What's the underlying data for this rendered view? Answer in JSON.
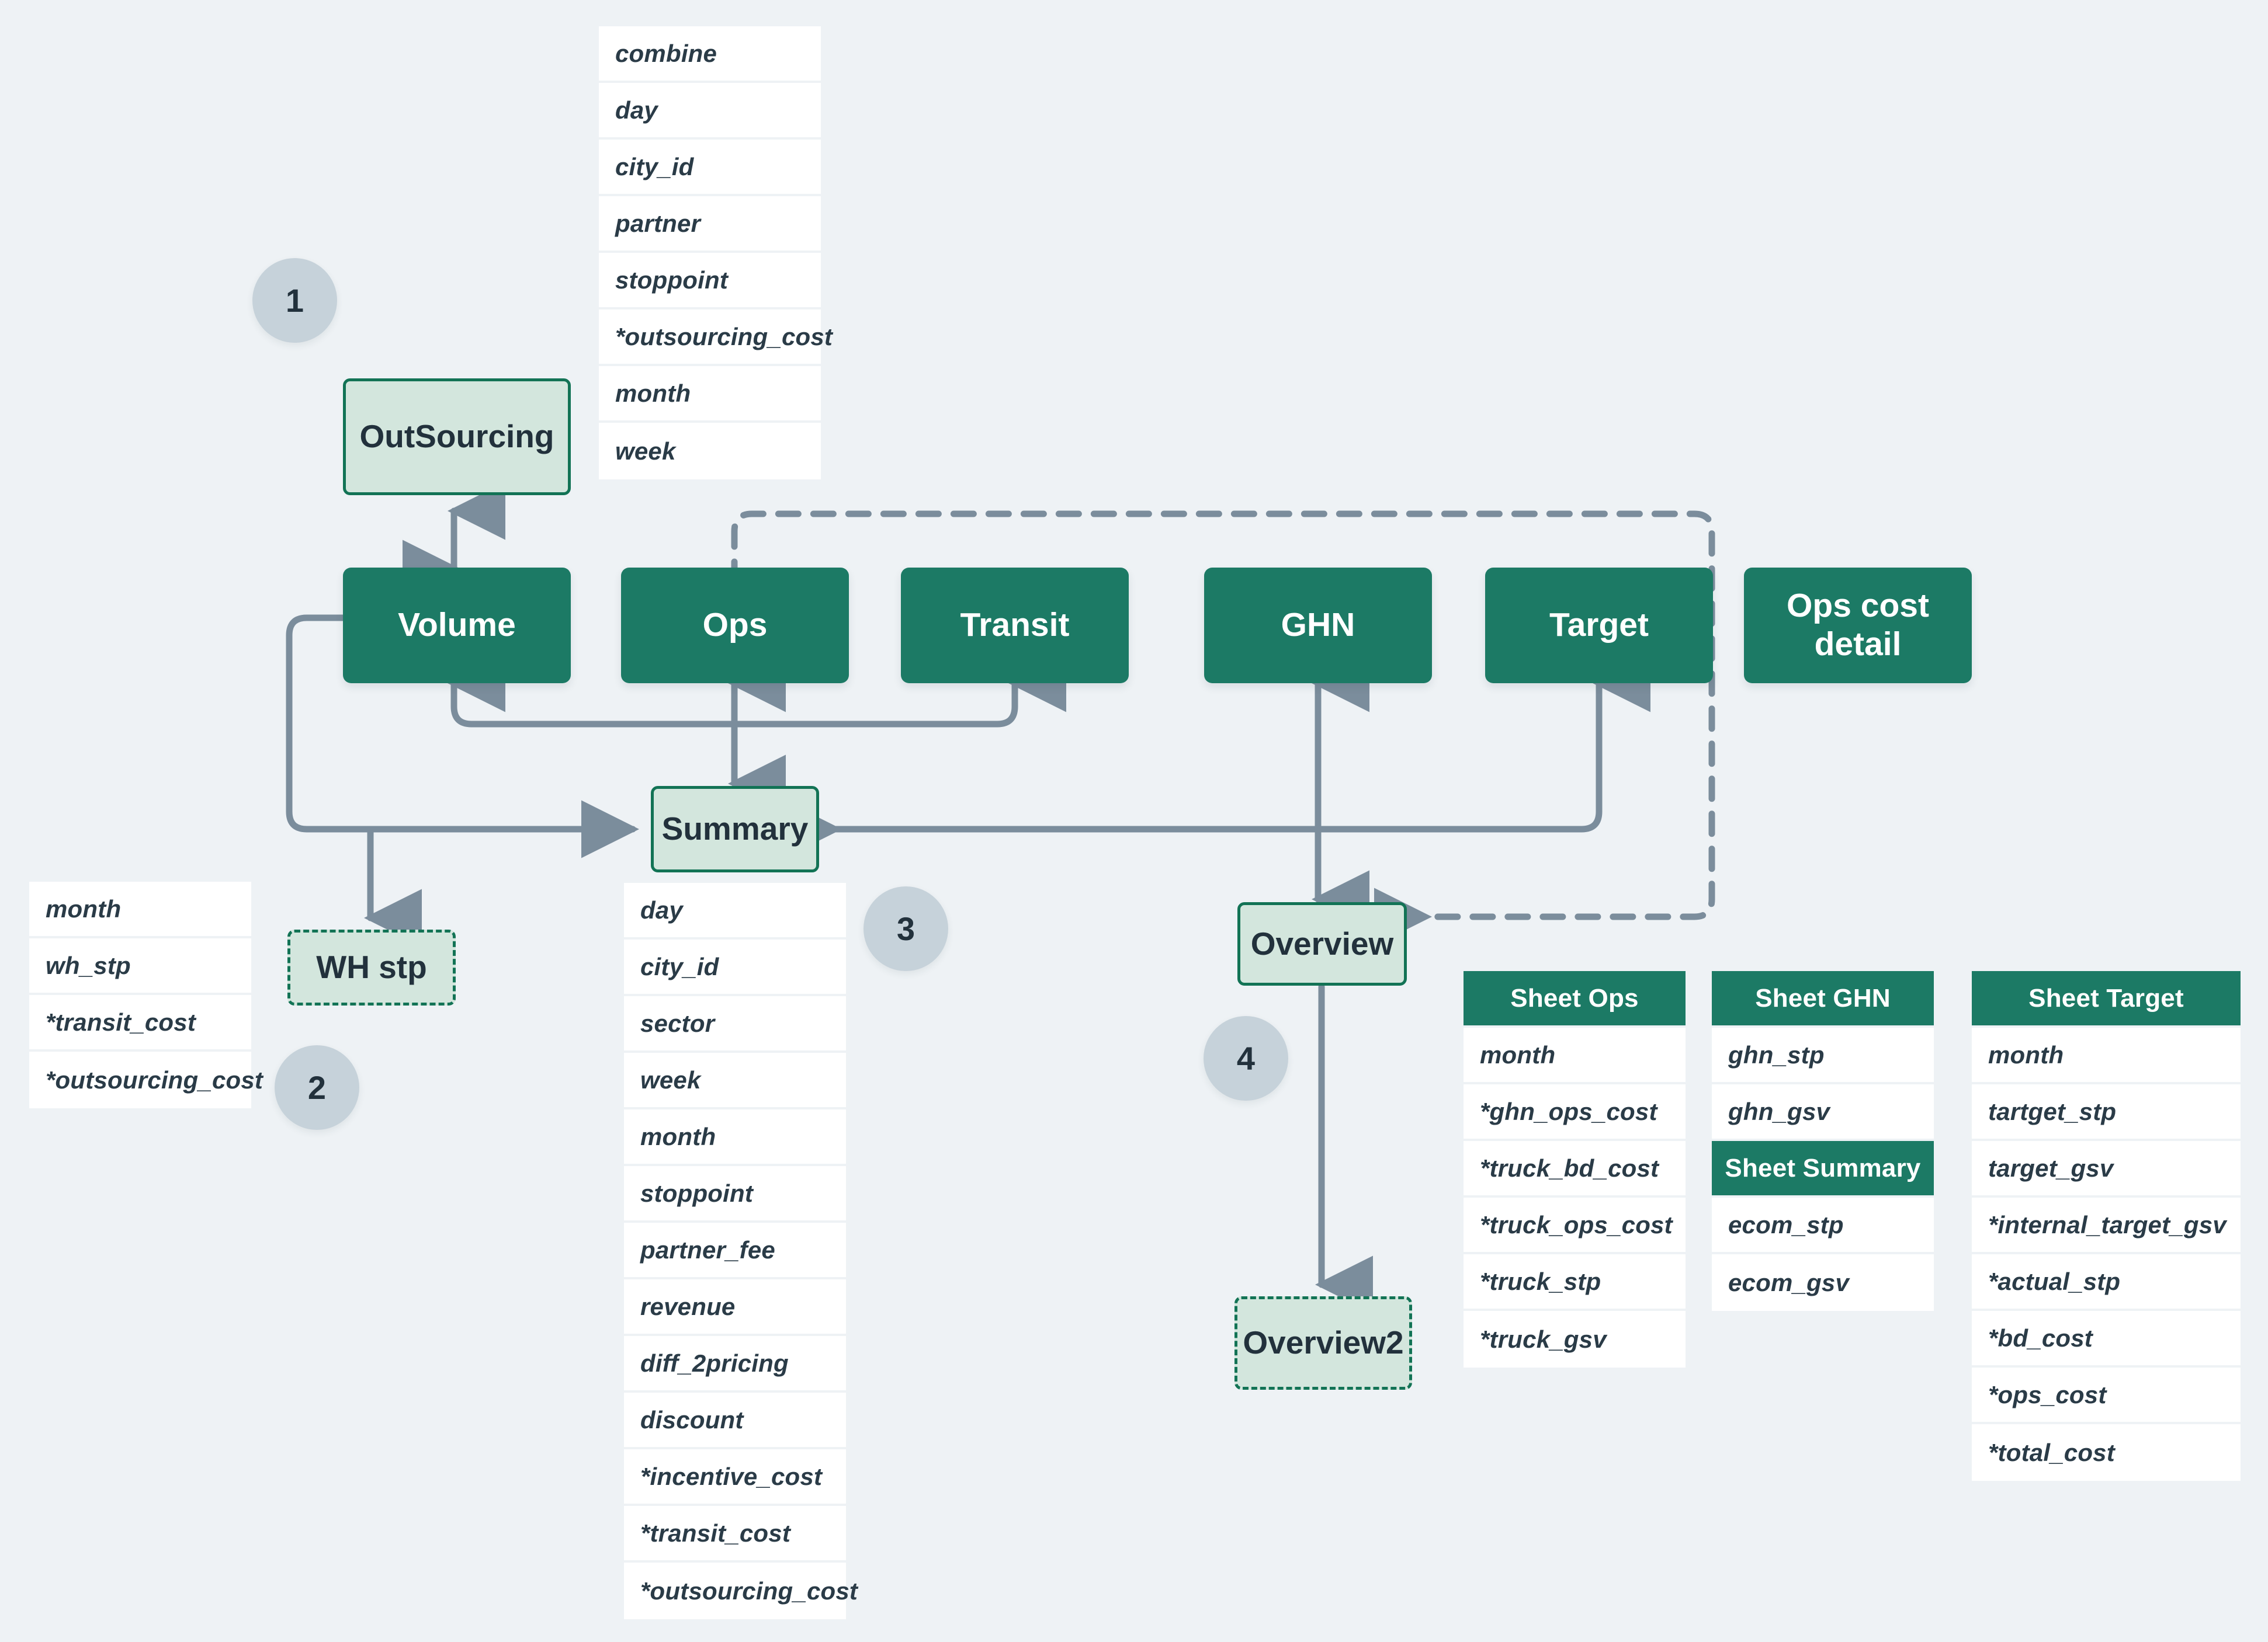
{
  "diagram": {
    "background_color": "#eef2f5",
    "accent_green": "#1c7a65",
    "light_green": "#d3e6dd",
    "border_green": "#127355",
    "wire_color": "#7b8d9c",
    "badge_color": "#c6d2da",
    "text_dark": "#22313c"
  },
  "badges": [
    {
      "label": "1"
    },
    {
      "label": "2"
    },
    {
      "label": "3"
    },
    {
      "label": "4"
    }
  ],
  "nodes": {
    "outsourcing": {
      "label": "OutSourcing",
      "style": "light"
    },
    "volume": {
      "label": "Volume",
      "style": "solid"
    },
    "ops": {
      "label": "Ops",
      "style": "solid"
    },
    "transit": {
      "label": "Transit",
      "style": "solid"
    },
    "ghn": {
      "label": "GHN",
      "style": "solid"
    },
    "target": {
      "label": "Target",
      "style": "solid"
    },
    "ops_cost_detail": {
      "label": "Ops cost detail",
      "style": "solid"
    },
    "summary": {
      "label": "Summary",
      "style": "light"
    },
    "wh_stp": {
      "label": "WH stp",
      "style": "dashed"
    },
    "overview": {
      "label": "Overview",
      "style": "light"
    },
    "overview2": {
      "label": "Overview2",
      "style": "dashed"
    }
  },
  "field_lists": {
    "outsourcing_fields": {
      "header": null,
      "rows": [
        "combine",
        "day",
        "city_id",
        "partner",
        "stoppoint",
        "*outsourcing_cost",
        "month",
        "week"
      ]
    },
    "wh_stp_fields": {
      "header": null,
      "rows": [
        "month",
        "wh_stp",
        "*transit_cost",
        "*outsourcing_cost"
      ]
    },
    "summary_fields": {
      "header": null,
      "rows": [
        "day",
        "city_id",
        "sector",
        "week",
        "month",
        "stoppoint",
        "partner_fee",
        "revenue",
        "diff_2pricing",
        "discount",
        "*incentive_cost",
        "*transit_cost",
        "*outsourcing_cost"
      ]
    },
    "sheet_ops": {
      "header": "Sheet Ops",
      "rows": [
        "month",
        "*ghn_ops_cost",
        "*truck_bd_cost",
        "*truck_ops_cost",
        "*truck_stp",
        "*truck_gsv"
      ]
    },
    "sheet_ghn": {
      "header": "Sheet GHN",
      "rows": [
        "ghn_stp",
        "ghn_gsv"
      ],
      "sub_header": "Sheet Summary",
      "sub_rows": [
        "ecom_stp",
        "ecom_gsv"
      ]
    },
    "sheet_target": {
      "header": "Sheet Target",
      "rows": [
        "month",
        "tartget_stp",
        "target_gsv",
        "*internal_target_gsv",
        "*actual_stp",
        "*bd_cost",
        "*ops_cost",
        "*total_cost"
      ]
    }
  }
}
